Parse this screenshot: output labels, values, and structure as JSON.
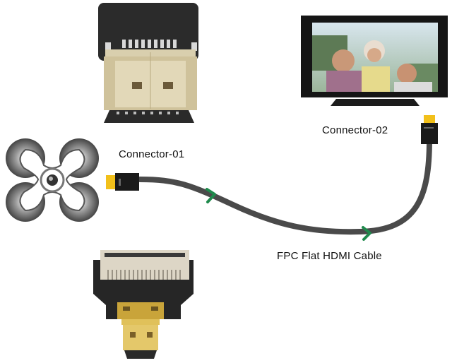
{
  "labels": {
    "connector_01": "Connector-01",
    "connector_02": "Connector-02",
    "cable": "FPC Flat HDMI Cable"
  },
  "components": [
    {
      "id": "hdmi-type-a-plug",
      "description": "Full-size HDMI Type-A male plug on black PCB"
    },
    {
      "id": "drone-gimbal-icon",
      "description": "Quadcopter drone with camera (top view)"
    },
    {
      "id": "micro-hdmi-fpc-adapter",
      "description": "Micro HDMI male plug with FPC socket"
    },
    {
      "id": "tv-monitor",
      "description": "Flat-screen TV showing family photo"
    },
    {
      "id": "fpc-cable",
      "description": "Flat ribbon HDMI cable with end connectors"
    }
  ],
  "colors": {
    "cable": "#4a4a4a",
    "arrow": "#1f8a4c",
    "connector_gold": "#f2c01a",
    "connector_body": "#1a1a1a",
    "pcb_black": "#2a2a2a",
    "metal_shell": "#cdbf98"
  }
}
